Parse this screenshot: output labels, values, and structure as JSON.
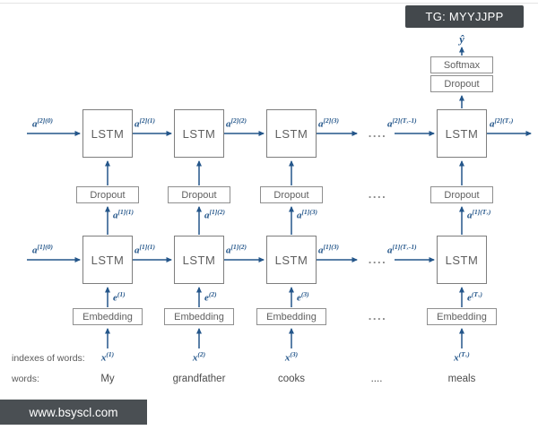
{
  "page": {
    "watermark_top": "TG: MYYJJPP",
    "watermark_bottom": "www.bsyscl.com"
  },
  "captions": {
    "indexes_of_words": "indexes of words:",
    "words_label": "words:"
  },
  "boxes": {
    "lstm": "LSTM",
    "dropout": "Dropout",
    "embedding": "Embedding",
    "softmax": "Softmax"
  },
  "dots": "....",
  "output_label": {
    "base": "ŷ"
  },
  "layer2_arrow_labels": [
    {
      "base": "a",
      "sup": "[2](0)"
    },
    {
      "base": "a",
      "sup": "[2](1)"
    },
    {
      "base": "a",
      "sup": "[2](2)"
    },
    {
      "base": "a",
      "sup": "[2](3)"
    },
    {
      "base": "a",
      "sup": "[2](Tₓ-1)"
    },
    {
      "base": "a",
      "sup": "[2](Tₓ)"
    }
  ],
  "layer1_arrow_labels": [
    {
      "base": "a",
      "sup": "[1](0)"
    },
    {
      "base": "a",
      "sup": "[1](1)"
    },
    {
      "base": "a",
      "sup": "[1](2)"
    },
    {
      "base": "a",
      "sup": "[1](3)"
    },
    {
      "base": "a",
      "sup": "[1](Tₓ-1)"
    }
  ],
  "layer1_out_labels": [
    {
      "base": "a",
      "sup": "[1](1)"
    },
    {
      "base": "a",
      "sup": "[1](2)"
    },
    {
      "base": "a",
      "sup": "[1](3)"
    },
    {
      "base": "a",
      "sup": "[1](Tₓ)"
    }
  ],
  "embedding_labels": [
    {
      "base": "e",
      "sup": "(1)"
    },
    {
      "base": "e",
      "sup": "(2)"
    },
    {
      "base": "e",
      "sup": "(3)"
    },
    {
      "base": "e",
      "sup": "(Tₓ)"
    }
  ],
  "input_labels": [
    {
      "base": "x",
      "sup": "(1)"
    },
    {
      "base": "x",
      "sup": "(2)"
    },
    {
      "base": "x",
      "sup": "(3)"
    },
    {
      "base": "x",
      "sup": "(Tₓ)"
    }
  ],
  "words": [
    "My",
    "grandfather",
    "cooks",
    "....",
    "meals"
  ]
}
